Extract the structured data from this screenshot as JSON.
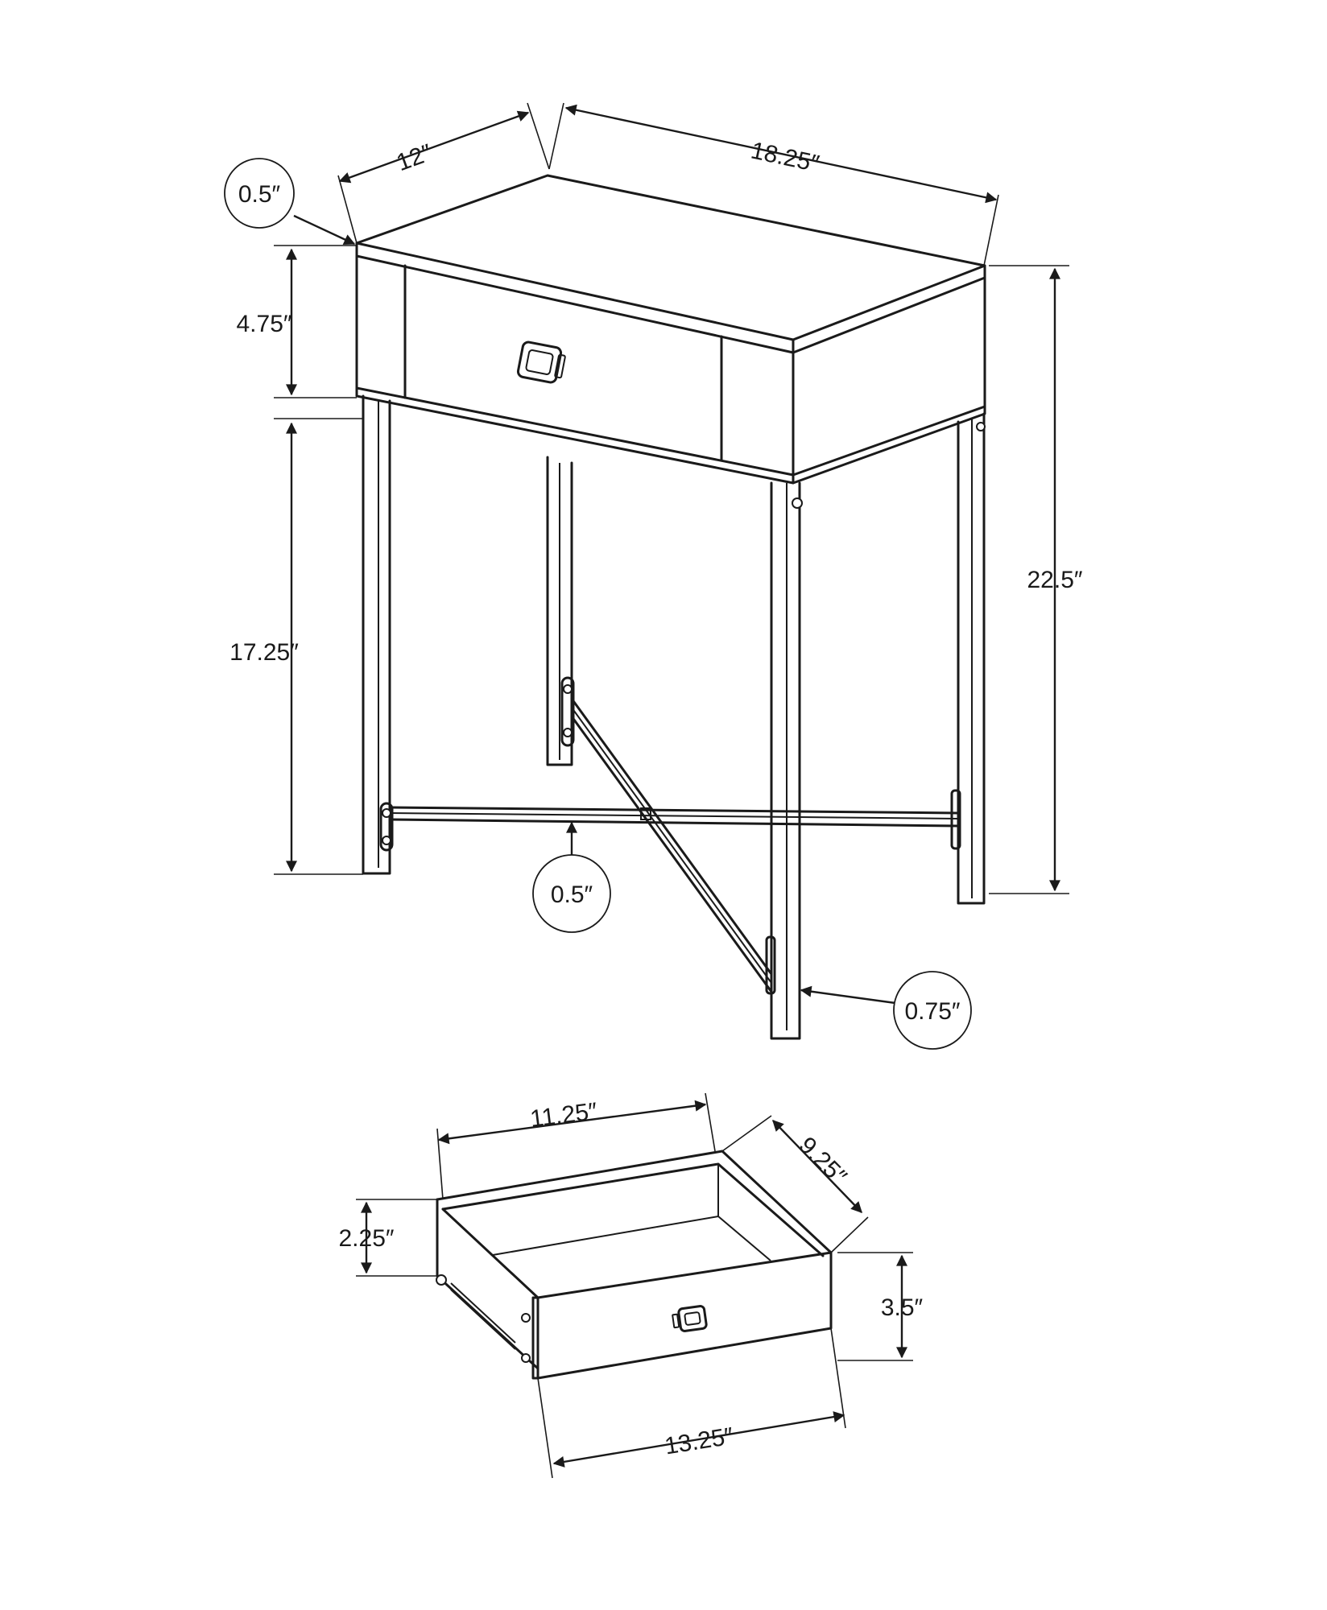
{
  "dimensions": {
    "table_depth": "12″",
    "table_width": "18.25″",
    "top_thickness": "0.5″",
    "apron_height": "4.75″",
    "leg_height": "17.25″",
    "total_height": "22.5″",
    "stretcher_thickness": "0.5″",
    "leg_width": "0.75″",
    "drawer_inner_width": "11.25″",
    "drawer_depth": "9.25″",
    "drawer_side_height": "2.25″",
    "drawer_front_height": "3.5″",
    "drawer_front_width": "13.25″"
  },
  "colors": {
    "line": "#1a1a1a",
    "background": "#ffffff"
  },
  "icons": {
    "drawer_pull": "square-handle-icon",
    "bolt": "bolt-icon"
  }
}
